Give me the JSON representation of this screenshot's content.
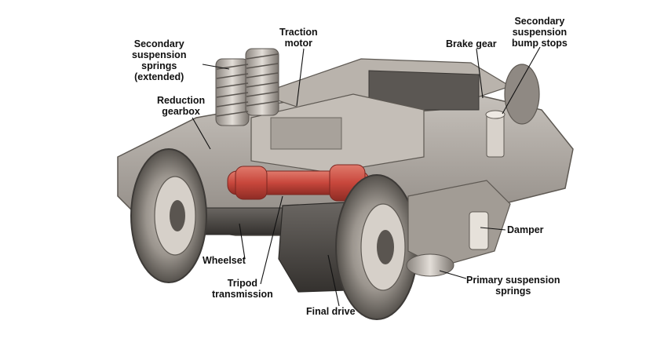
{
  "diagram": {
    "labels": {
      "secondary_springs": [
        "Secondary",
        "suspension",
        "springs",
        "(extended)"
      ],
      "traction_motor": [
        "Traction",
        "motor"
      ],
      "brake_gear": [
        "Brake gear"
      ],
      "bump_stops": [
        "Secondary",
        "suspension",
        "bump stops"
      ],
      "reduction_gearbox": [
        "Reduction",
        "gearbox"
      ],
      "damper": [
        "Damper"
      ],
      "wheelset": [
        "Wheelset"
      ],
      "tripod_transmission": [
        "Tripod",
        "transmission"
      ],
      "primary_springs": [
        "Primary suspension",
        "springs"
      ],
      "final_drive": [
        "Final drive"
      ]
    },
    "colors": {
      "tripod_shaft": "#c8473c",
      "frame": "#a6a09a",
      "dark_metal": "#4a4744",
      "label_text": "#111111",
      "leader_line": "#111111"
    }
  }
}
